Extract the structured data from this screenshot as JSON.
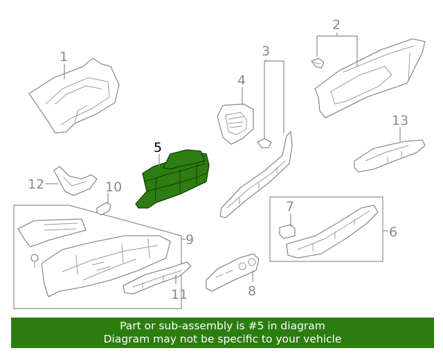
{
  "callouts": {
    "c1": "1",
    "c2": "2",
    "c3": "3",
    "c4": "4",
    "c5": "5",
    "c6": "6",
    "c7": "7",
    "c8": "8",
    "c9": "9",
    "c10": "10",
    "c11": "11",
    "c12": "12",
    "c13": "13"
  },
  "highlight": {
    "part": "5",
    "color": "#2e7d12"
  },
  "banner": {
    "line1": "Part or sub-assembly is #5 in diagram",
    "line2": "Diagram may not be specific to your vehicle",
    "color": "#2b7d0f"
  }
}
